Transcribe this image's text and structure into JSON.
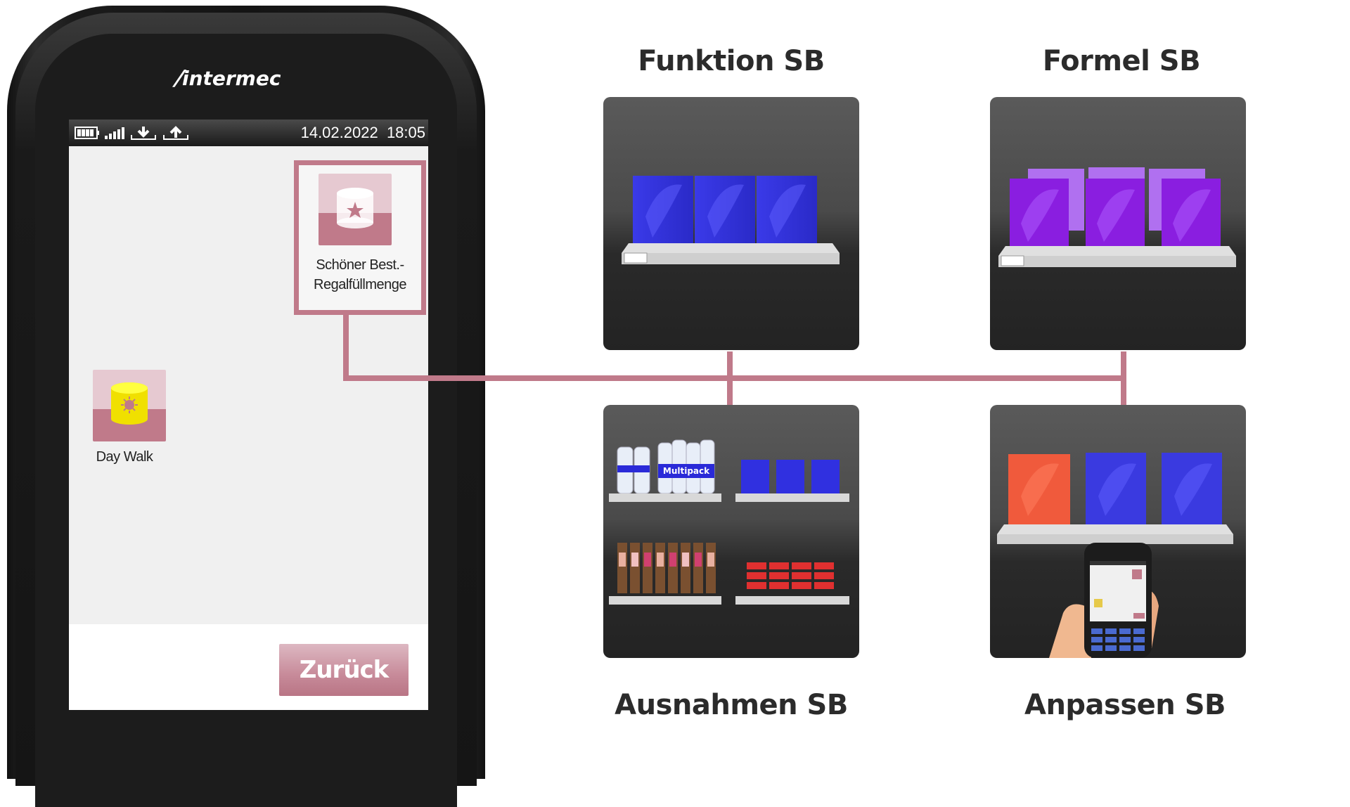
{
  "device": {
    "brand": "intermec",
    "status_bar": {
      "date": "14.02.2022",
      "time": "18:05",
      "icons": [
        "battery-icon",
        "signal-icon",
        "download-icon",
        "upload-icon"
      ]
    },
    "apps": [
      {
        "label_line1": "Schöner Best.-",
        "label_line2": "Regalfüllmenge",
        "icon": "star-can-icon",
        "highlighted": true
      },
      {
        "label_line1": "Day Walk",
        "icon": "sun-can-icon",
        "highlighted": false
      }
    ],
    "back_button": "Zurück"
  },
  "panels": {
    "funktion": {
      "title": "Funktion SB"
    },
    "formel": {
      "title": "Formel SB"
    },
    "ausnahmen": {
      "title": "Ausnahmen SB",
      "multipack_label": "Multipack"
    },
    "anpassen": {
      "title": "Anpassen SB"
    }
  },
  "colors": {
    "accent": "#c07a8a",
    "accent_light": "#e6c9d1",
    "product_blue": "#3a3ae0",
    "product_purple": "#8a2be2",
    "product_red": "#f05a3c"
  }
}
